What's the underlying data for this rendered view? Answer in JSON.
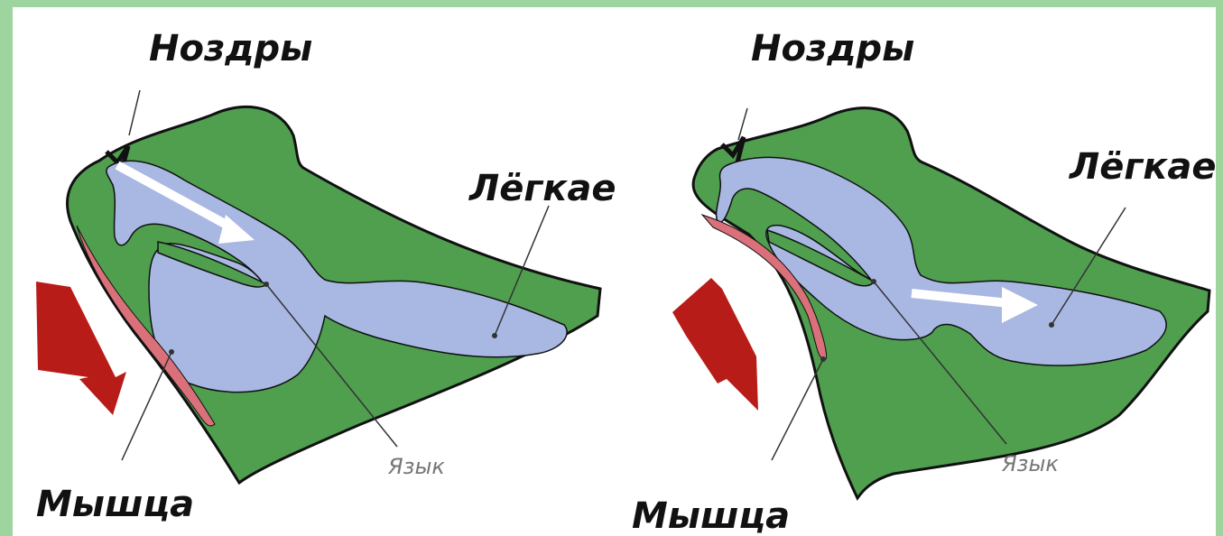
{
  "labels": {
    "nostrils": "Ноздры",
    "lungs": "Лёгкае",
    "tongue": "Язык",
    "muscle": "Мышца"
  },
  "colors": {
    "body": "#4f9f4f",
    "cavity": "#a9b8e3",
    "muscle": "#d9707a",
    "arrow_big": "#b81c18",
    "arrow_white": "#ffffff",
    "border_green": "#9ed49e"
  }
}
